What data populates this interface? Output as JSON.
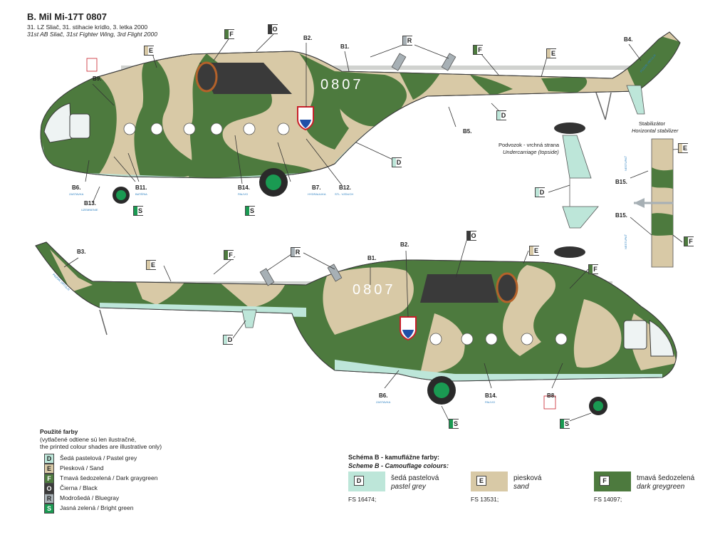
{
  "title": "B. Mil Mi-17T 0807",
  "subtitle_line1": "31. LZ Sliač, 31. stihacie krídlo, 3. letka 2000",
  "subtitle_line2": "31st AB Sliač, 31st Fighter Wing, 3rd Flight 2000",
  "serial": "0807",
  "colors": {
    "D": "#bde6d9",
    "E": "#d8c9a6",
    "F": "#4d7a3e",
    "O": "#3a3a3a",
    "R": "#a7b0b5",
    "S": "#1a9a52"
  },
  "swatch_codes": {
    "D": "D",
    "E": "E",
    "F": "F",
    "O": "O",
    "R": "R",
    "S": "S"
  },
  "callouts": {
    "B1": "B1.",
    "B2": "B2.",
    "B3": "B3.",
    "B4": "B4.",
    "B5": "B5.",
    "B6": "B6.",
    "B7": "B7.",
    "B8": "B8.",
    "B9": "B9.",
    "B11": "B11.",
    "B12": "B12.",
    "B13": "B13.",
    "B14": "B14.",
    "B15": "B15."
  },
  "tiny_labels": {
    "zastavka": "ZASTAVKA",
    "bateria": "BATÉRIA",
    "uzemnenie": "UZEMNENIE",
    "palivo": "PALIVO",
    "hydraulika": "HYDRAULIKA",
    "vzduch": "STL. VZDUCH",
    "pozor_vrtula": "POZOR VRTULA!"
  },
  "undercarriage": {
    "label_sk": "Podvozok - vrchná strana",
    "label_en": "Undercarriage (topside)"
  },
  "stabilizer": {
    "label_sk": "Stabilizátor",
    "label_en": "Horizontal stabilizer",
    "nestupat": "NESTUPAŤ"
  },
  "legend": {
    "title": "Použité farby",
    "note_line1": "(vytlačené odtiene sú len ilustračné,",
    "note_line2": "the printed colour shades are illustrative only)",
    "items": [
      {
        "code": "D",
        "text": "Šedá pastelová / Pastel grey"
      },
      {
        "code": "E",
        "text": "Piesková / Sand"
      },
      {
        "code": "F",
        "text": "Tmavá šedozelená / Dark graygreen"
      },
      {
        "code": "O",
        "text": "Čierna / Black"
      },
      {
        "code": "R",
        "text": "Modrošedá / Bluegray"
      },
      {
        "code": "S",
        "text": "Jasná zelená / Bright green"
      }
    ]
  },
  "scheme": {
    "title_sk": "Schéma B - kamuflážne farby:",
    "title_en": "Scheme B - Camouflage colours:",
    "swatches": [
      {
        "code": "D",
        "name_sk": "šedá pastelová",
        "name_en": "pastel grey",
        "fs": "FS 16474;"
      },
      {
        "code": "E",
        "name_sk": "piesková",
        "name_en": "sand",
        "fs": "FS 13531;"
      },
      {
        "code": "F",
        "name_sk": "tmavá šedozelená",
        "name_en": "dark greygreen",
        "fs": "FS 14097;"
      }
    ]
  }
}
